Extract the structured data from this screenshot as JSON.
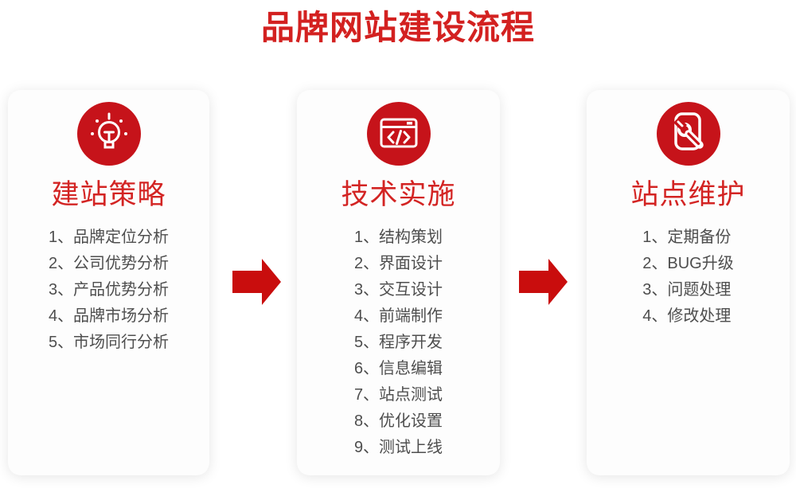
{
  "page": {
    "title": "品牌网站建设流程"
  },
  "colors": {
    "title_red": "#d32120",
    "card_heading_red": "#d32423",
    "icon_circle_red": "#c6131a",
    "arrow_red": "#c90d0d",
    "list_text_gray": "#4e4e4e",
    "card_background": "#fdfdfd"
  },
  "columns": [
    {
      "icon": "lightbulb-icon",
      "title": "建站策略",
      "items": [
        "1、品牌定位分析",
        "2、公司优势分析",
        "3、产品优势分析",
        "4、品牌市场分析",
        "5、市场同行分析"
      ]
    },
    {
      "icon": "code-window-icon",
      "title": "技术实施",
      "items": [
        "1、结构策划",
        "2、界面设计",
        "3、交互设计",
        "4、前端制作",
        "5、程序开发",
        "6、信息编辑",
        "7、站点测试",
        "8、优化设置",
        "9、测试上线"
      ]
    },
    {
      "icon": "wrench-document-icon",
      "title": "站点维护",
      "items": [
        "1、定期备份",
        "2、BUG升级",
        "3、问题处理",
        "4、修改处理"
      ]
    }
  ],
  "arrows": {
    "icon": "right-arrow-icon",
    "count": 2
  }
}
